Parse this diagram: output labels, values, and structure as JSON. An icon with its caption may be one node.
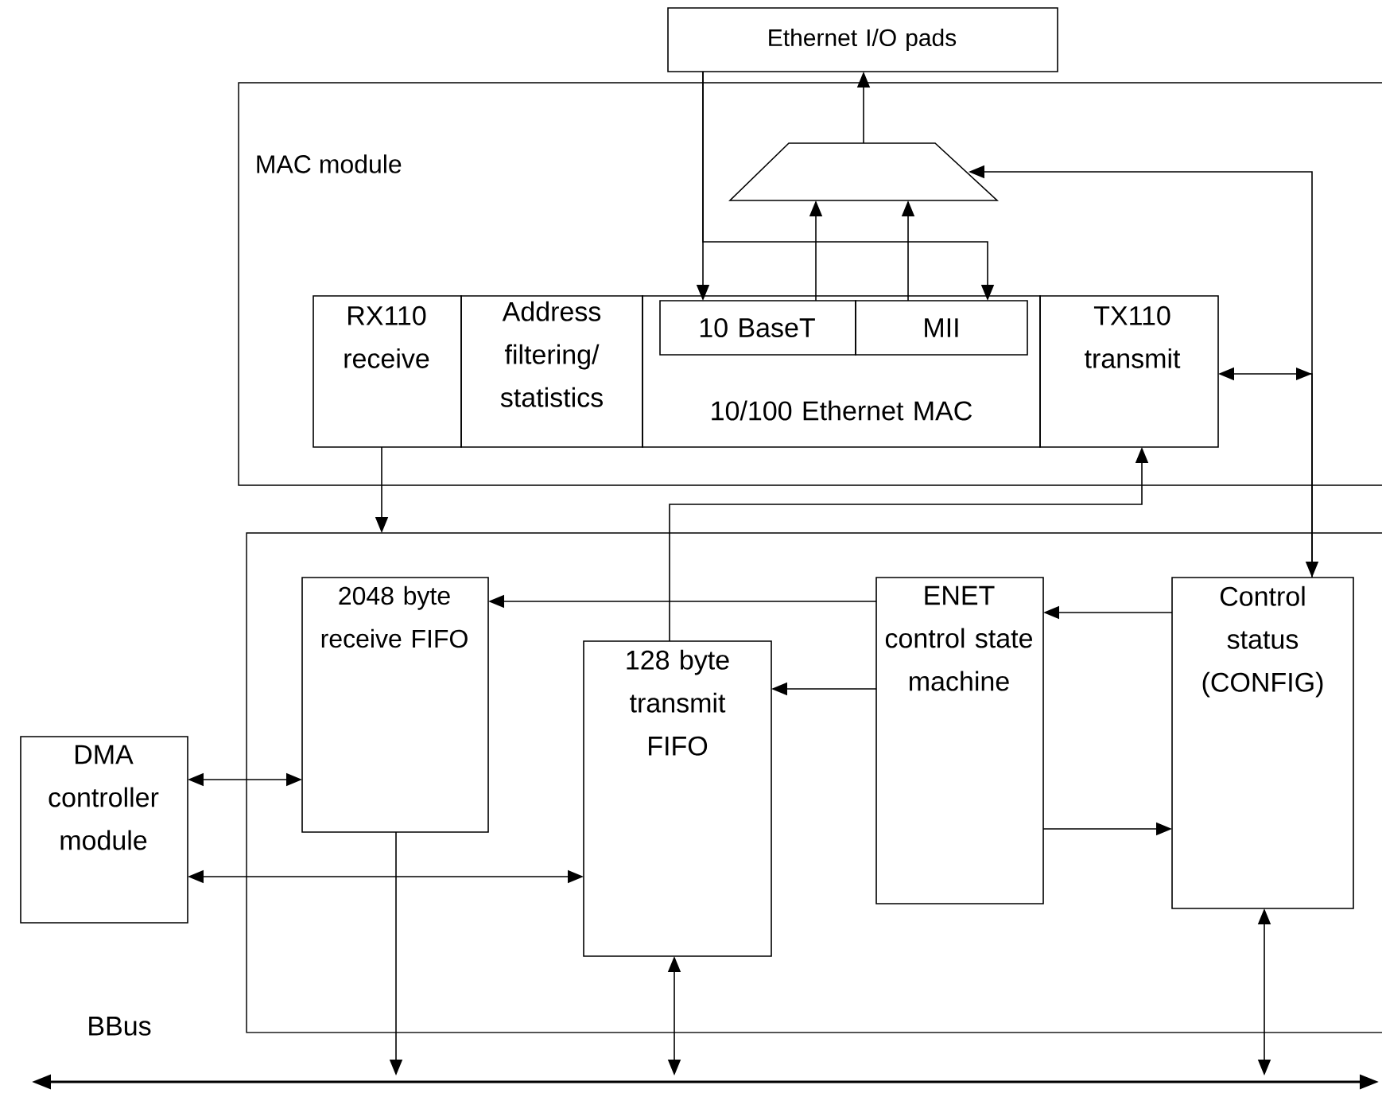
{
  "diagram": {
    "nodes": [
      {
        "text": [
          "Ethernet I/O pads"
        ]
      },
      {
        "text": [
          "MAC module"
        ]
      },
      {
        "text": [],
        "shape": "trapezoid",
        "in": 1
      },
      {
        "text": [
          "RX110 receive"
        ],
        "in": 1
      },
      {
        "text": [
          "Address filtering/ statistics"
        ],
        "in": 1
      },
      {
        "text": [
          "10/100 Ethernet MAC"
        ],
        "in": 1
      },
      {
        "text": [
          "10 BaseT"
        ],
        "in": 5
      },
      {
        "text": [
          "MII"
        ],
        "in": 5
      },
      {
        "text": [
          "TX110 transmit"
        ],
        "in": 1
      },
      {
        "text": [],
        "shape": "box"
      },
      {
        "text": [
          "2048 byte receive FIFO"
        ],
        "in": 9
      },
      {
        "text": [
          "128 byte transmit FIFO"
        ],
        "in": 9
      },
      {
        "text": [
          "ENET control state machine"
        ],
        "in": 9
      },
      {
        "text": [
          "Control status (CONFIG)"
        ],
        "in": 9
      },
      {
        "text": [
          "DMA controller module"
        ]
      },
      {
        "text": [
          "BBus"
        ]
      }
    ],
    "edges": [
      {
        "from": 0,
        "to": 6,
        "arrow": "to"
      },
      {
        "from": 0,
        "to": 7,
        "arrow": "to"
      },
      {
        "from": 6,
        "to": 2,
        "arrow": "to"
      },
      {
        "from": 7,
        "to": 2,
        "arrow": "to"
      },
      {
        "from": 2,
        "to": 0,
        "arrow": "to"
      },
      {
        "from": 13,
        "to": 2,
        "arrow": "both"
      },
      {
        "from": 13,
        "to": 8,
        "arrow": "to"
      },
      {
        "from": 3,
        "to": 9,
        "arrow": "to"
      },
      {
        "from": 11,
        "to": 8,
        "arrow": "to"
      },
      {
        "from": 12,
        "to": 10,
        "arrow": "to"
      },
      {
        "from": 12,
        "to": 11,
        "arrow": "to"
      },
      {
        "from": 13,
        "to": 12,
        "arrow": "to"
      },
      {
        "from": 12,
        "to": 13,
        "arrow": "to"
      },
      {
        "from": 14,
        "to": 10,
        "arrow": "both"
      },
      {
        "from": 14,
        "to": 11,
        "arrow": "both"
      },
      {
        "from": 10,
        "to": 15,
        "arrow": "to"
      },
      {
        "from": 11,
        "to": 15,
        "arrow": "both"
      },
      {
        "from": 13,
        "to": 15,
        "arrow": "both"
      }
    ]
  }
}
